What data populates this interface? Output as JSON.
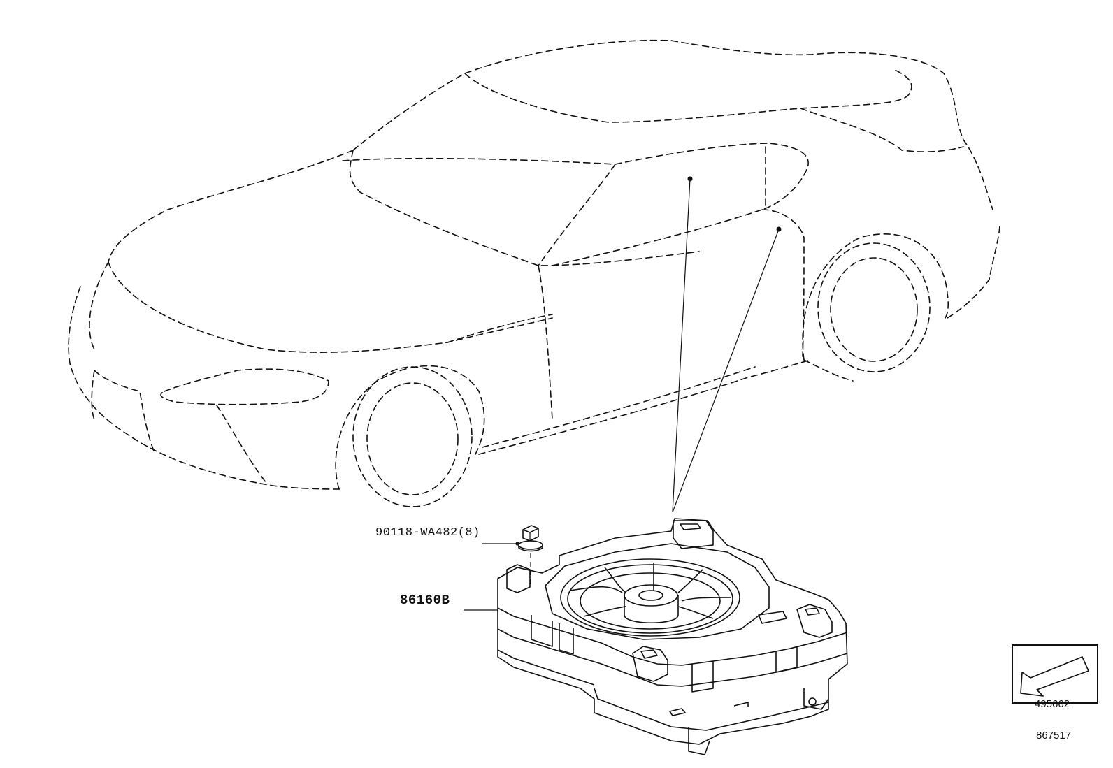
{
  "diagram": {
    "callouts": {
      "bolt": "90118-WA482(8)",
      "part": "86160B"
    },
    "codes": {
      "illustration_number": "495662",
      "page_number": "867517"
    },
    "icons": {
      "car": "car-outline-icon",
      "speaker": "subwoofer-speaker-icon",
      "bolt": "flange-bolt-icon",
      "front_arrow": "front-direction-arrow-icon"
    },
    "colors": {
      "ink": "#111111",
      "background": "#ffffff"
    }
  }
}
